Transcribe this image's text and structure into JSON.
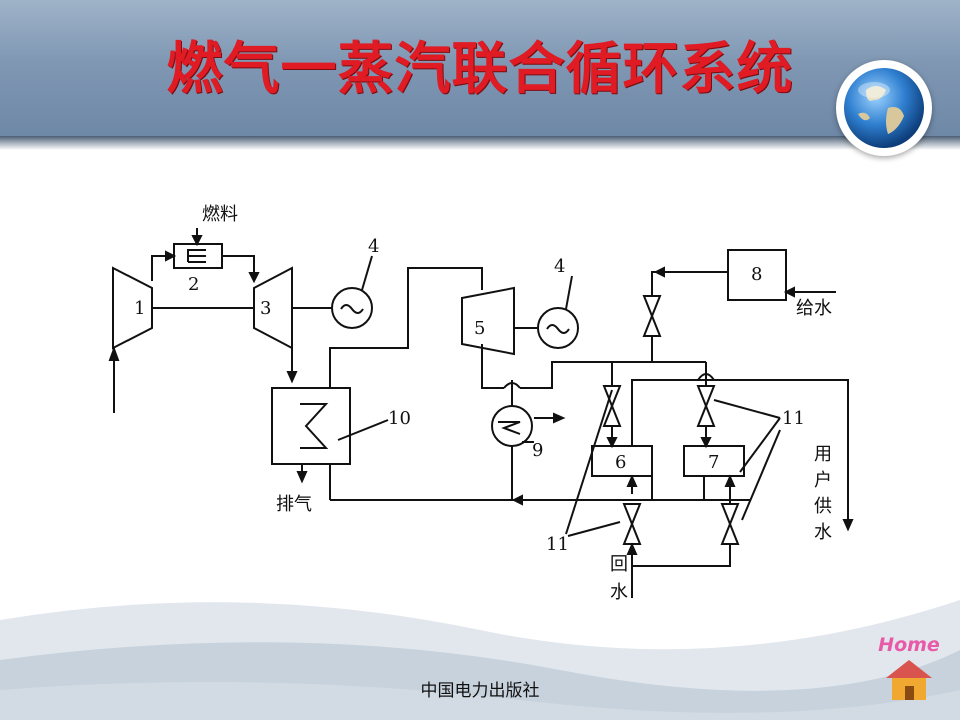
{
  "slide": {
    "title": "燃气一蒸汽联合循环系统",
    "footer": "中国电力出版社",
    "home_label": "Home"
  },
  "diagram": {
    "labels": {
      "fuel": "燃料",
      "n1": "1",
      "n2": "2",
      "n3": "3",
      "n4a": "4",
      "n4b": "4",
      "n5": "5",
      "n6": "6",
      "n7": "7",
      "n8": "8",
      "n9": "9",
      "n10": "10",
      "n11a": "11",
      "n11b": "11",
      "feed_water": "给水",
      "exhaust": "排气",
      "return_water_1": "回",
      "return_water_2": "水",
      "user_supply_1": "用",
      "user_supply_2": "户",
      "user_supply_3": "供",
      "user_supply_4": "水"
    }
  },
  "icons": {
    "globe": "globe-icon",
    "home": "home-icon",
    "generator": "generator-icon",
    "valve": "valve-icon"
  },
  "colors": {
    "title": "#e01b24",
    "header": "#7f97b3",
    "home_text": "#e85aa7"
  }
}
